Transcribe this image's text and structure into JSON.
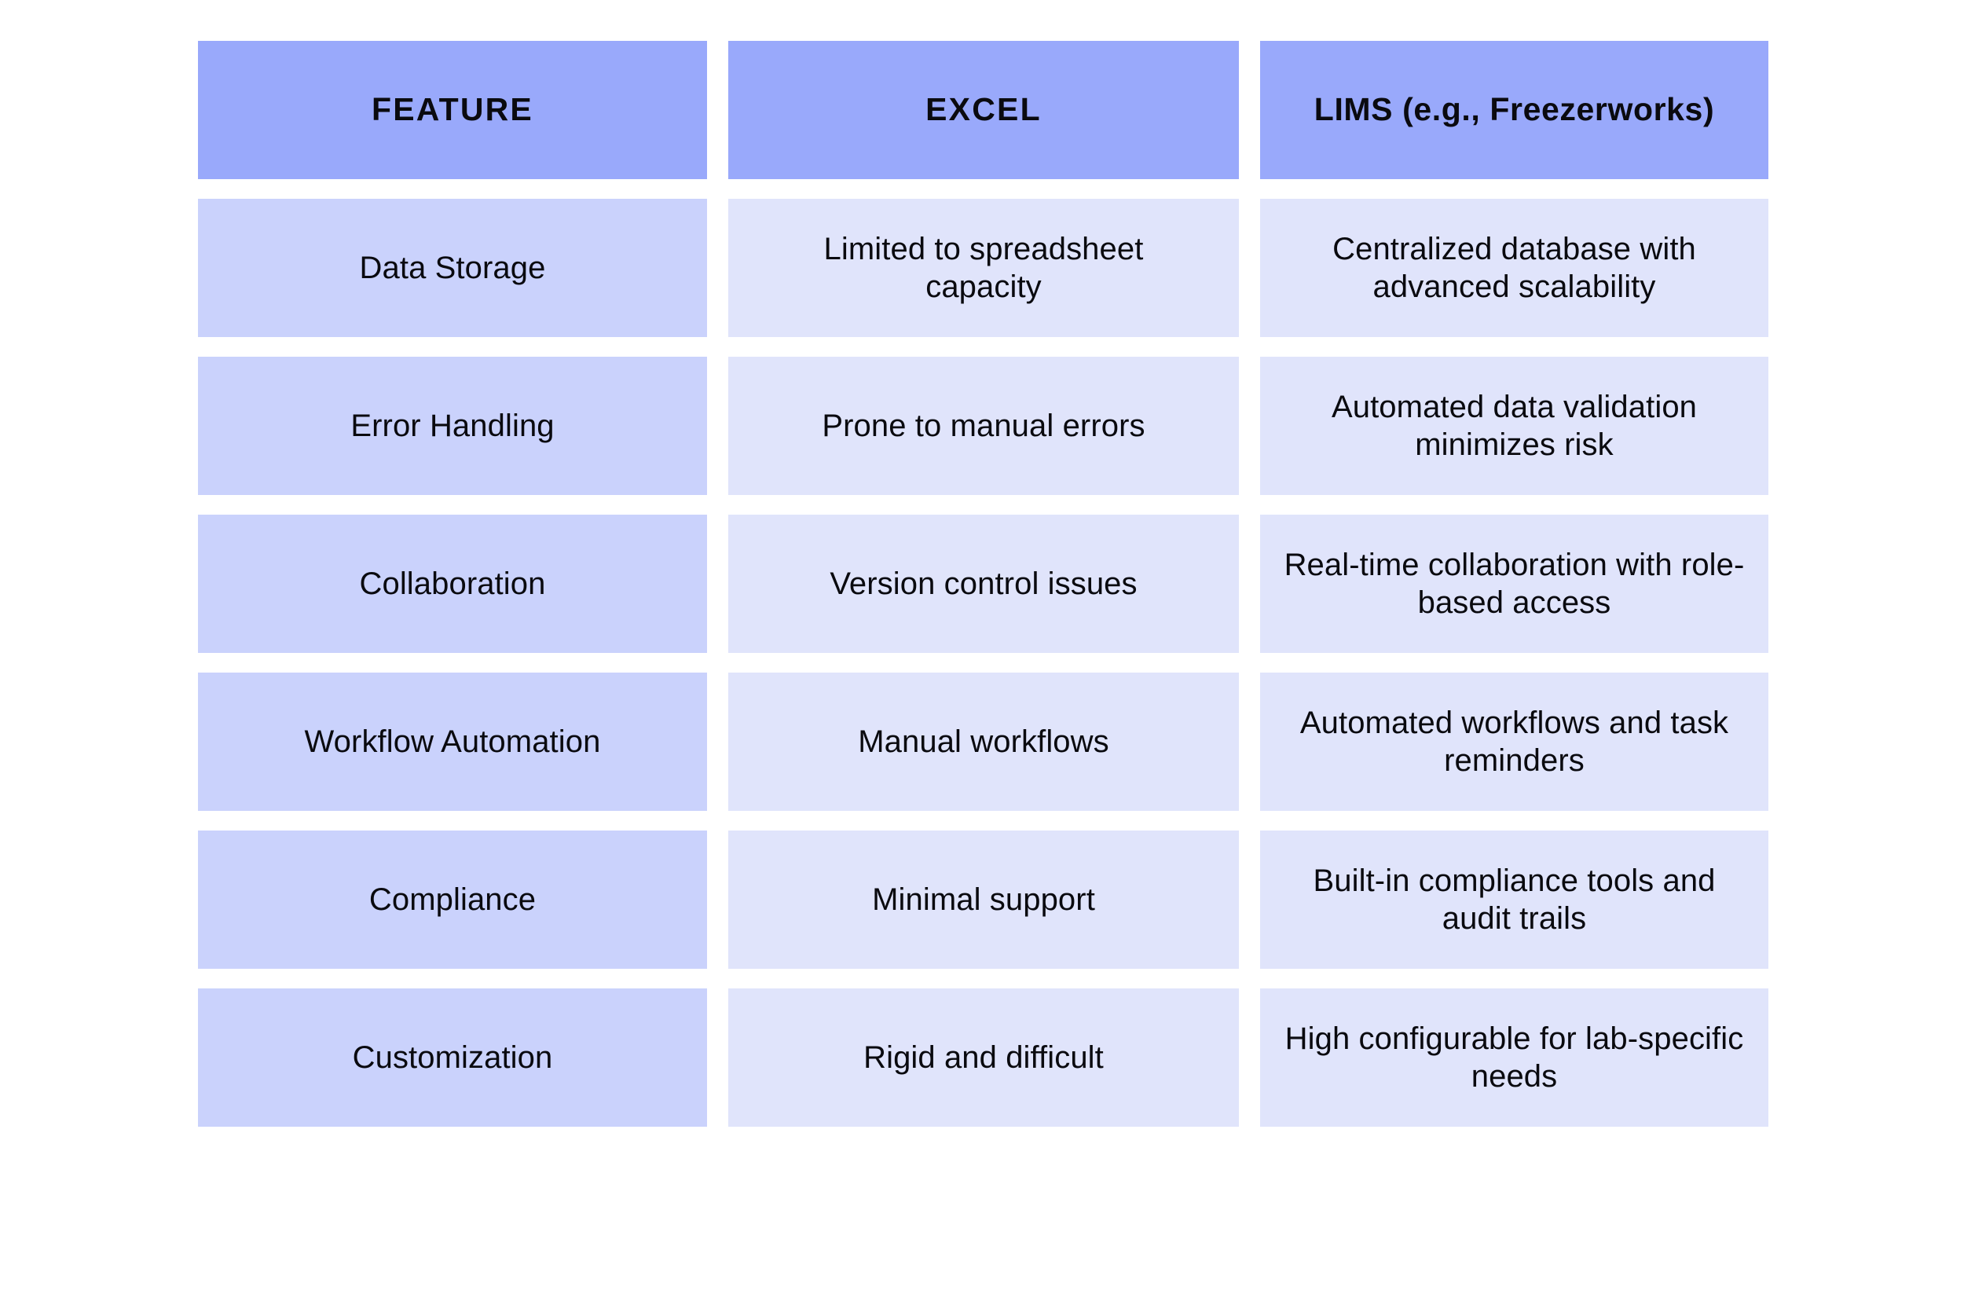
{
  "page": {
    "background_color": "#ffffff",
    "title": "Excel vs LIMS feature comparison table"
  },
  "theme": {
    "header_background": "#99a9fb",
    "feature_column_background": "#cad2fc",
    "value_column_background": "#e0e4fb",
    "text_color": "#0a0a0f"
  },
  "table": {
    "columns": [
      {
        "key": "feature",
        "header": "FEATURE"
      },
      {
        "key": "excel",
        "header": "EXCEL"
      },
      {
        "key": "lims",
        "header": "LIMS (e.g., Freezerworks)"
      }
    ],
    "rows": [
      {
        "feature": "Data Storage",
        "excel": "Limited to spreadsheet capacity",
        "lims": "Centralized database with advanced scalability"
      },
      {
        "feature": "Error Handling",
        "excel": "Prone to manual errors",
        "lims": "Automated data validation minimizes risk"
      },
      {
        "feature": "Collaboration",
        "excel": "Version control issues",
        "lims": "Real-time collaboration with role-based access"
      },
      {
        "feature": "Workflow Automation",
        "excel": "Manual workflows",
        "lims": "Automated workflows and task reminders"
      },
      {
        "feature": "Compliance",
        "excel": "Minimal support",
        "lims": "Built-in compliance tools and audit trails"
      },
      {
        "feature": "Customization",
        "excel": "Rigid and difficult",
        "lims": "High configurable for lab-specific needs"
      }
    ]
  }
}
